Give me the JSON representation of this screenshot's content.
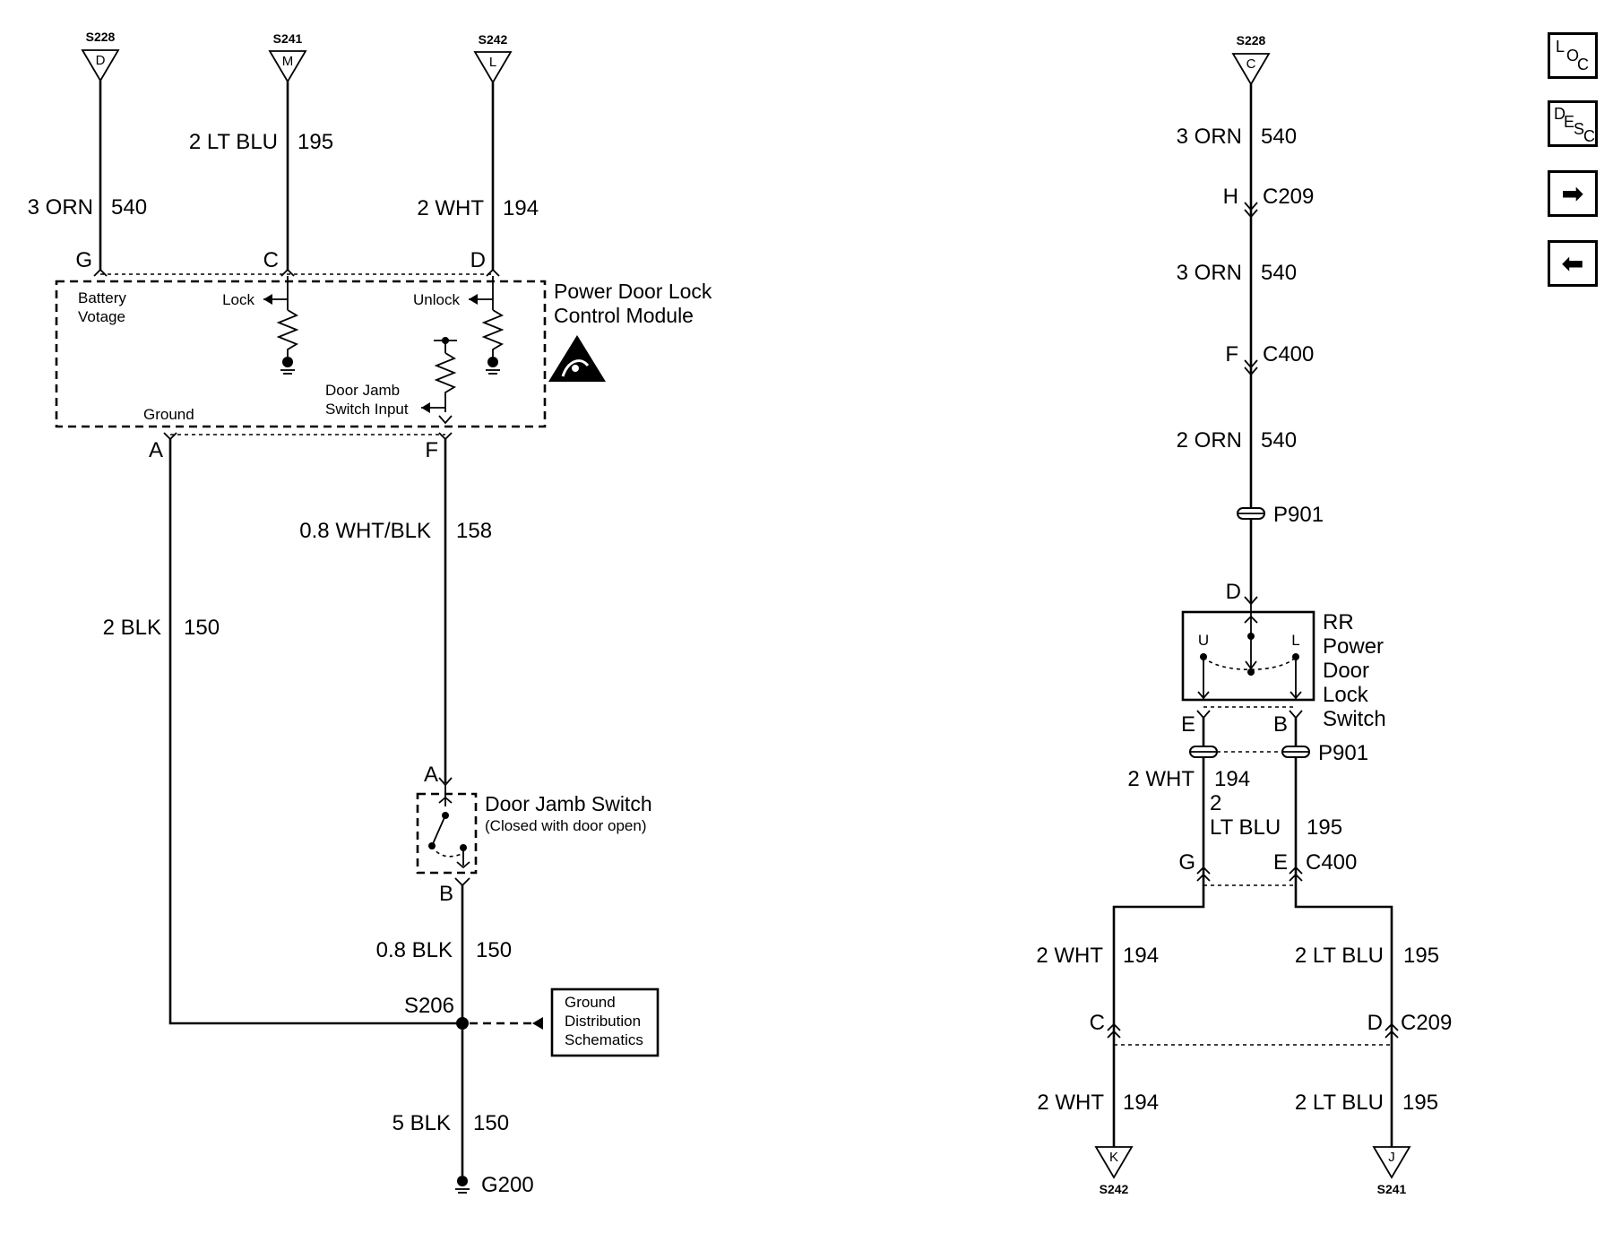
{
  "left": {
    "splices_top": [
      {
        "name": "S228",
        "pin": "D"
      },
      {
        "name": "S241",
        "pin": "M"
      },
      {
        "name": "S242",
        "pin": "L"
      }
    ],
    "wires_top": [
      {
        "size_color": "3 ORN",
        "circuit": "540"
      },
      {
        "size_color": "2 LT BLU",
        "circuit": "195"
      },
      {
        "size_color": "2 WHT",
        "circuit": "194"
      }
    ],
    "module_pins": {
      "g": "G",
      "c": "C",
      "d": "D",
      "a": "A",
      "f": "F"
    },
    "module": {
      "title_line1": "Power Door Lock",
      "title_line2": "Control Module",
      "battery_line1": "Battery",
      "battery_line2": "Votage",
      "lock": "Lock",
      "unlock": "Unlock",
      "jamb_input_line1": "Door Jamb",
      "jamb_input_line2": "Switch Input",
      "ground": "Ground"
    },
    "wire_158": {
      "size_color": "0.8 WHT/BLK",
      "circuit": "158"
    },
    "wire_150_long": {
      "size_color": "2 BLK",
      "circuit": "150"
    },
    "jamb_switch": {
      "pin_top": "A",
      "pin_bottom": "B",
      "title": "Door Jamb Switch",
      "subtitle": "(Closed with door open)"
    },
    "wire_150_short": {
      "size_color": "0.8 BLK",
      "circuit": "150"
    },
    "splice_s206": "S206",
    "ground_dist": {
      "line1": "Ground",
      "line2": "Distribution",
      "line3": "Schematics"
    },
    "wire_150_ground": {
      "size_color": "5 BLK",
      "circuit": "150"
    },
    "ground_g200": "G200"
  },
  "right": {
    "splice_top": {
      "name": "S228",
      "pin": "C"
    },
    "wire1": {
      "size_color": "3 ORN",
      "circuit": "540"
    },
    "conn1": {
      "pin": "H",
      "name": "C209"
    },
    "wire2": {
      "size_color": "3 ORN",
      "circuit": "540"
    },
    "conn2": {
      "pin": "F",
      "name": "C400"
    },
    "wire3": {
      "size_color": "2 ORN",
      "circuit": "540"
    },
    "conn3": {
      "name": "P901"
    },
    "switch_pin_top": "D",
    "switch": {
      "line1": "RR",
      "line2": "Power",
      "line3": "Door",
      "line4": "Lock",
      "line5": "Switch",
      "u": "U",
      "l": "L"
    },
    "switch_pins_bottom": {
      "left": "E",
      "right": "B"
    },
    "conn4": {
      "name": "P901"
    },
    "wire_194a": {
      "size_color": "2 WHT",
      "circuit": "194"
    },
    "wire_195a": {
      "size_line1": "2",
      "size_line2": "LT BLU",
      "circuit": "195"
    },
    "conn5": {
      "pin_left": "G",
      "pin_right": "E",
      "name": "C400"
    },
    "wire_194b": {
      "size_color": "2 WHT",
      "circuit": "194"
    },
    "wire_195b": {
      "size_color": "2 LT BLU",
      "circuit": "195"
    },
    "conn6": {
      "pin_left": "C",
      "pin_right": "D",
      "name": "C209"
    },
    "wire_194c": {
      "size_color": "2 WHT",
      "circuit": "194"
    },
    "wire_195c": {
      "size_color": "2 LT BLU",
      "circuit": "195"
    },
    "splices_bottom": [
      {
        "name": "S242",
        "pin": "K"
      },
      {
        "name": "S241",
        "pin": "J"
      }
    ]
  },
  "nav": {
    "loc": {
      "a": "L",
      "b": "O",
      "c": "C"
    },
    "desc": {
      "a": "D",
      "b": "E",
      "c": "S",
      "d": "C"
    },
    "next_icon": "arrow-right-icon",
    "prev_icon": "arrow-left-icon"
  }
}
